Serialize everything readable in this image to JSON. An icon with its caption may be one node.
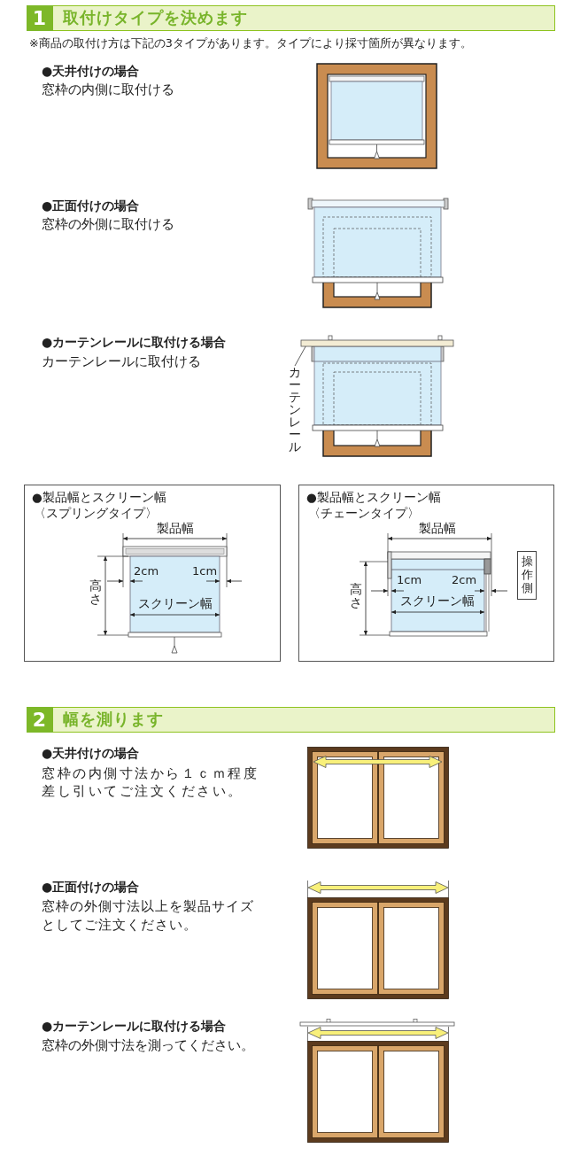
{
  "diagram": {
    "nodes": [
      {
        "text": [
          "取付けタイプを決めます"
        ]
      },
      {
        "text": [
          "1"
        ],
        "in": 0
      },
      {
        "text": [],
        "shape": "bar"
      },
      {
        "text": [
          "カーテンレール"
        ]
      },
      {
        "text": [
          "●製品幅とスクリーン幅",
          "〈スプリングタイプ〉"
        ]
      },
      {
        "text": [
          "●製品幅とスクリーン幅",
          "〈チェーンタイプ〉"
        ]
      },
      {
        "text": [
          "操作側"
        ],
        "in": 5
      },
      {
        "text": [
          "幅を測ります"
        ]
      },
      {
        "text": [
          "2"
        ],
        "in": 7
      }
    ],
    "edges": [
      {
        "from": 3,
        "to": 2,
        "arrow": "none"
      }
    ],
    "labels": [
      "※商品の取付け方は下記の3タイプがあります。タイプにより採寸箇所が異なります。",
      "●天井付けの場合",
      "窓枠の内側に取付ける",
      "●正面付けの場合",
      "窓枠の外側に取付ける",
      "●カーテンレールに取付ける場合",
      "カーテンレールに取付ける",
      "製品幅",
      "2cm",
      "1cm",
      "高さ",
      "スクリーン幅",
      "製品幅",
      "1cm",
      "2cm",
      "高さ",
      "スクリーン幅",
      "●天井付けの場合",
      "窓枠の内側寸法から１ｃｍ程度差し引いてご注文ください。",
      "●正面付けの場合",
      "窓枠の外側寸法以上を製品サイズとしてご注文ください。",
      "●カーテンレールに取付ける場合",
      "窓枠の外側寸法を測ってください。"
    ]
  }
}
